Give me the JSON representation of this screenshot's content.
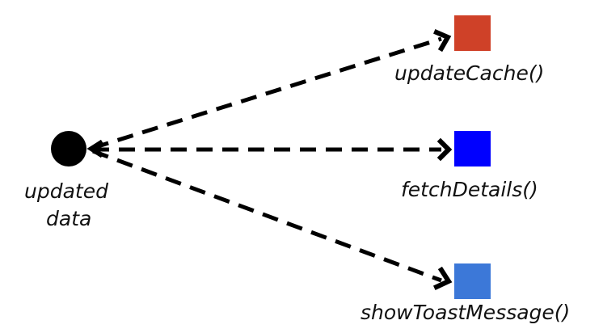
{
  "source": {
    "label_line1": "updated",
    "label_line2": "data",
    "color": "#000000"
  },
  "targets": [
    {
      "label": "updateCache()",
      "color": "#cf4128"
    },
    {
      "label": "fetchDetails()",
      "color": "#0000ff"
    },
    {
      "label": "showToastMessage()",
      "color": "#3c78d8"
    }
  ],
  "edge_style": "dashed-arrow"
}
